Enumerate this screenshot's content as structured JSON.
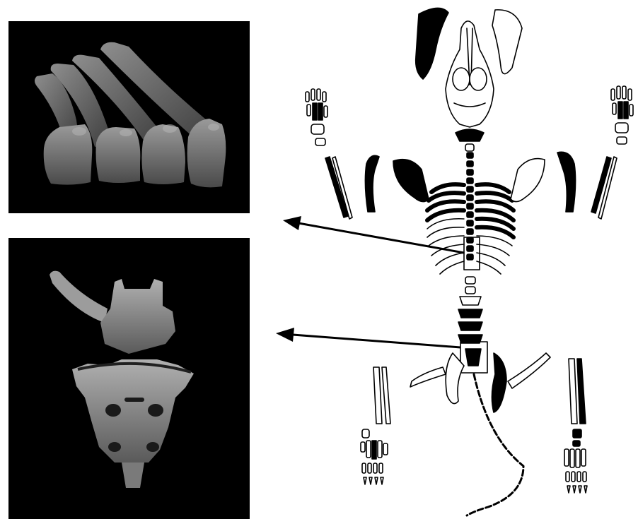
{
  "figure": {
    "colors": {
      "photo_background": "#000000",
      "bone_fill": "#000000",
      "bone_outline": "#000000",
      "page_background": "#ffffff"
    },
    "panels": [
      {
        "id": "thoracic-vertebrae-ribs-photo",
        "arrow_target": "thoracic-region-highlight"
      },
      {
        "id": "sacrum-photo",
        "arrow_target": "sacral-region-highlight"
      }
    ]
  }
}
